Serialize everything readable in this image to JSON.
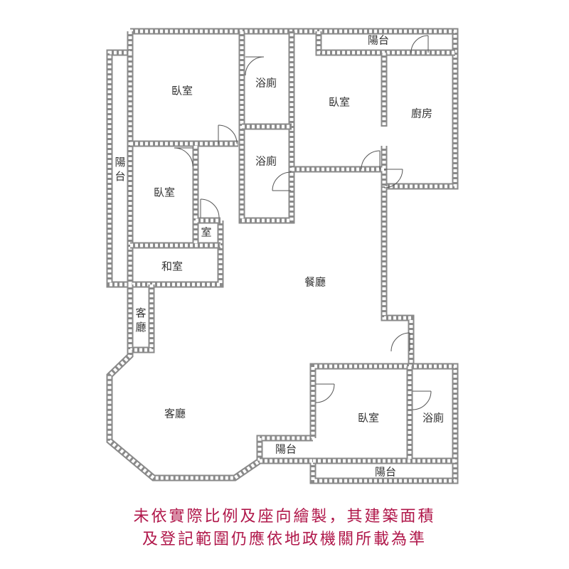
{
  "rooms": {
    "bedroom_1": "臥室",
    "bath_1": "浴廁",
    "balcony_top": "陽台",
    "bedroom_2": "臥室",
    "kitchen": "廚房",
    "balcony_left": "陽台",
    "bath_2": "浴廁",
    "bedroom_3": "臥室",
    "small_room": "室",
    "japanese_room": "和室",
    "dining": "餐廳",
    "guest_small": "客\n廳",
    "living": "客廳",
    "bedroom_4": "臥室",
    "bath_3": "浴廁",
    "balcony_small": "陽台",
    "balcony_bottom": "陽台"
  },
  "disclaimer": {
    "line1": "未依實際比例及座向繪製，其建築面積",
    "line2": "及登記範圍仍應依地政機關所載為準"
  },
  "colors": {
    "wall": "#8a8a8a",
    "disclaimer": "#b0174a"
  }
}
